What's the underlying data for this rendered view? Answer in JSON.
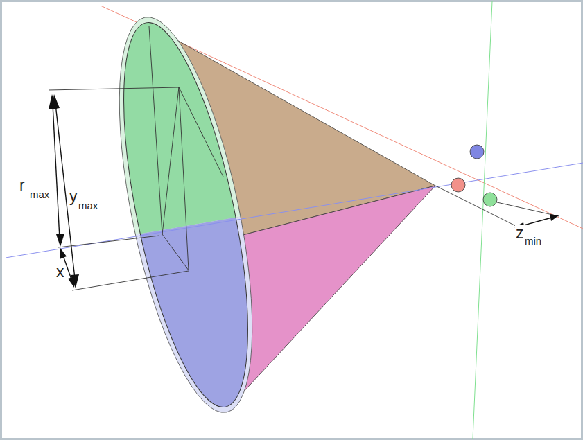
{
  "diagram": {
    "labels": [
      "r",
      "max",
      "y",
      "max",
      "x",
      "z",
      "min"
    ]
  }
}
